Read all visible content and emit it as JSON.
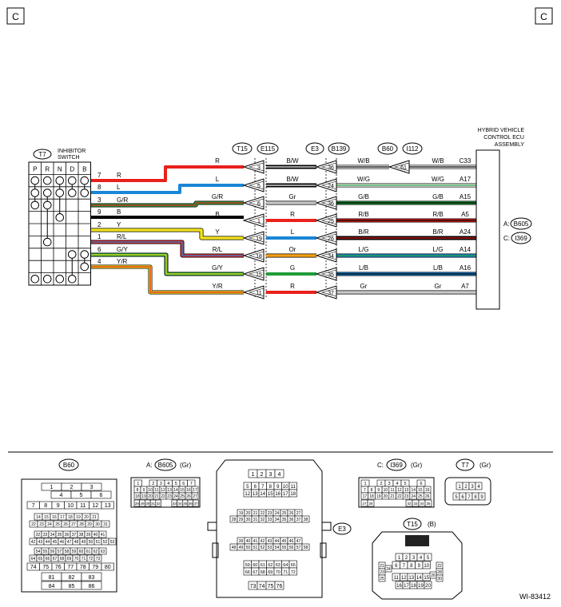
{
  "corner_tag": "C",
  "doc_code": "WI-83412",
  "inhibitor": {
    "tag": "T7",
    "title1": "INHIBITOR",
    "title2": "SWITCH",
    "positions": [
      "P",
      "R",
      "N",
      "D",
      "B"
    ],
    "pins": [
      {
        "pin": "7",
        "color": "R",
        "hex": "#e8211b"
      },
      {
        "pin": "8",
        "color": "L",
        "hex": "#1a86d6"
      },
      {
        "pin": "3",
        "color": "G/R",
        "hex": "#1f9d3a",
        "stripe": "#e8211b"
      },
      {
        "pin": "9",
        "color": "B",
        "hex": "#000000"
      },
      {
        "pin": "2",
        "color": "Y",
        "hex": "#f2e31b"
      },
      {
        "pin": "1",
        "color": "R/L",
        "hex": "#e8211b",
        "stripe": "#1a86d6"
      },
      {
        "pin": "6",
        "color": "G/Y",
        "hex": "#1f9d3a",
        "stripe": "#f2e31b"
      },
      {
        "pin": "4",
        "color": "Y/R",
        "hex": "#f2e31b",
        "stripe": "#e8211b"
      }
    ]
  },
  "connectors": {
    "t15": "T15",
    "e115": "E115",
    "e3": "E3",
    "b139": "B139",
    "b60": "B60",
    "i112": "I112"
  },
  "ecu": {
    "title1": "HYBRID VEHICLE",
    "title2": "CONTROL ECU",
    "title3": "ASSEMBLY",
    "conn_a_label": "A:",
    "conn_a": "B605",
    "conn_c_label": "C:",
    "conn_c": "I369"
  },
  "wires": [
    {
      "c1": "R",
      "t15": "3",
      "c2": "B/W",
      "e3": "36",
      "c3": "W/B",
      "b60": "61",
      "c4": "W/B",
      "ecu": "C33"
    },
    {
      "c1": "L",
      "t15": "5",
      "c2": "B/W",
      "e3": "24",
      "c3": "W/G",
      "c4": "W/G",
      "ecu": "A17"
    },
    {
      "c1": "G/R",
      "t15": "6",
      "c2": "Gr",
      "e3": "36",
      "c3": "G/B",
      "c4": "G/B",
      "ecu": "A15"
    },
    {
      "c1": "B",
      "t15": "1",
      "c2": "R",
      "e3": "25",
      "c3": "R/B",
      "c4": "R/B",
      "ecu": "A5"
    },
    {
      "c1": "Y",
      "t15": "19",
      "c2": "L",
      "e3": "26",
      "c3": "B/R",
      "c4": "B/R",
      "ecu": "A24"
    },
    {
      "c1": "R/L",
      "t15": "18",
      "c2": "Or",
      "e3": "34",
      "c3": "L/G",
      "c4": "L/G",
      "ecu": "A14"
    },
    {
      "c1": "G/Y",
      "t15": "15",
      "c2": "G",
      "e3": "35",
      "c3": "L/B",
      "c4": "L/B",
      "ecu": "A16"
    },
    {
      "c1": "Y/R",
      "t15": "11",
      "c2": "R",
      "e3": "37",
      "c3": "Gr",
      "c4": "Gr",
      "ecu": "A7"
    }
  ],
  "views": {
    "b60_tag": "B60",
    "b605_prefix": "A:",
    "b605_tag": "B605",
    "b605_suffix": "(Gr)",
    "e3_tag": "E3",
    "i369_prefix": "C:",
    "i369_tag": "I369",
    "i369_suffix": "(Gr)",
    "t7_tag": "T7",
    "t7_suffix": "(Gr)",
    "t15_tag": "T15",
    "t15_suffix": "(B)"
  }
}
